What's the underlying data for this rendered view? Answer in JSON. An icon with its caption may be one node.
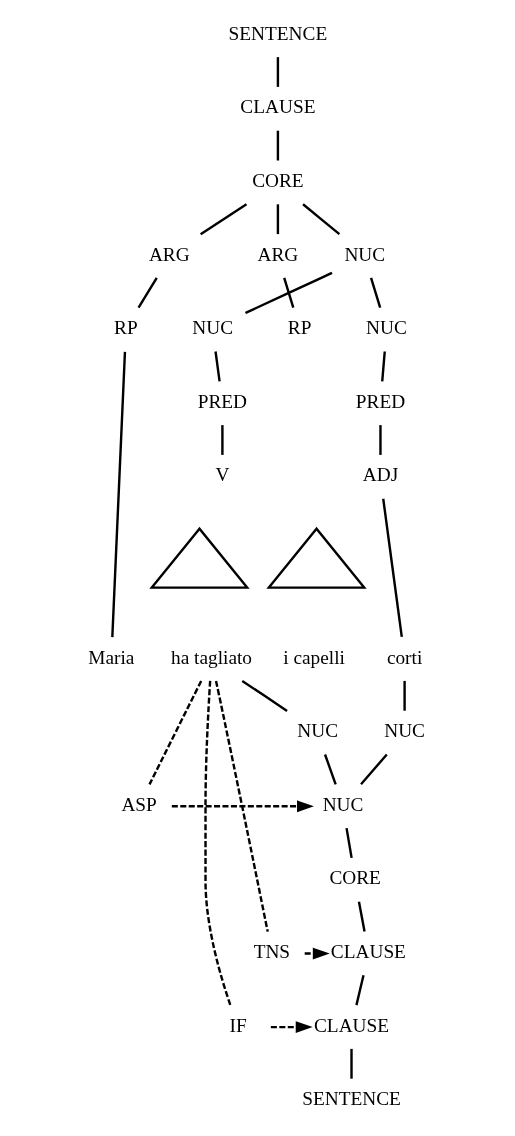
{
  "diagram": {
    "nodes": [
      {
        "text": [
          "SENTENCE"
        ]
      },
      {
        "text": [
          "CLAUSE"
        ]
      },
      {
        "text": [
          "CORE"
        ]
      },
      {
        "text": [
          "ARG"
        ]
      },
      {
        "text": [
          "ARG"
        ]
      },
      {
        "text": [
          "NUC"
        ]
      },
      {
        "text": [
          "RP"
        ]
      },
      {
        "text": [
          "NUC"
        ]
      },
      {
        "text": [
          "RP"
        ]
      },
      {
        "text": [
          "NUC"
        ]
      },
      {
        "text": [
          "PRED"
        ]
      },
      {
        "text": [
          "PRED"
        ]
      },
      {
        "text": [
          "V"
        ]
      },
      {
        "text": [
          "ADJ"
        ]
      },
      {
        "text": [],
        "shape": "triangle"
      },
      {
        "text": [],
        "shape": "triangle"
      },
      {
        "text": [
          "Maria"
        ]
      },
      {
        "text": [
          "ha tagliato"
        ]
      },
      {
        "text": [
          "i capelli"
        ]
      },
      {
        "text": [
          "corti"
        ]
      },
      {
        "text": [
          "NUC"
        ]
      },
      {
        "text": [
          "NUC"
        ]
      },
      {
        "text": [
          "ASP"
        ]
      },
      {
        "text": [
          "NUC"
        ]
      },
      {
        "text": [
          "CORE"
        ]
      },
      {
        "text": [
          "TNS"
        ]
      },
      {
        "text": [
          "CLAUSE"
        ]
      },
      {
        "text": [
          "IF"
        ]
      },
      {
        "text": [
          "CLAUSE"
        ]
      },
      {
        "text": [
          "SENTENCE"
        ]
      }
    ],
    "edges": [
      {
        "from": 0,
        "to": 1,
        "arrow": "none"
      },
      {
        "from": 1,
        "to": 2,
        "arrow": "none"
      },
      {
        "from": 2,
        "to": 3,
        "arrow": "none"
      },
      {
        "from": 2,
        "to": 4,
        "arrow": "none"
      },
      {
        "from": 2,
        "to": 5,
        "arrow": "none"
      },
      {
        "from": 3,
        "to": 6,
        "arrow": "none"
      },
      {
        "from": 4,
        "to": 8,
        "arrow": "none"
      },
      {
        "from": 5,
        "to": 7,
        "arrow": "none"
      },
      {
        "from": 5,
        "to": 9,
        "arrow": "none"
      },
      {
        "from": 7,
        "to": 10,
        "arrow": "none"
      },
      {
        "from": 10,
        "to": 12,
        "arrow": "none"
      },
      {
        "from": 9,
        "to": 11,
        "arrow": "none"
      },
      {
        "from": 11,
        "to": 13,
        "arrow": "none"
      },
      {
        "from": 6,
        "to": 16,
        "arrow": "none"
      },
      {
        "from": 13,
        "to": 19,
        "arrow": "none"
      },
      {
        "from": 17,
        "to": 20,
        "arrow": "none"
      },
      {
        "from": 19,
        "to": 21,
        "arrow": "none"
      },
      {
        "from": 20,
        "to": 23,
        "arrow": "none"
      },
      {
        "from": 21,
        "to": 23,
        "arrow": "none"
      },
      {
        "from": 17,
        "to": 22,
        "arrow": "none",
        "style": "dashed"
      },
      {
        "from": 17,
        "to": 25,
        "arrow": "none",
        "style": "dashed"
      },
      {
        "from": 17,
        "to": 27,
        "arrow": "none",
        "style": "dashed"
      },
      {
        "from": 22,
        "to": 23,
        "arrow": "to",
        "style": "dashed"
      },
      {
        "from": 23,
        "to": 24,
        "arrow": "none"
      },
      {
        "from": 25,
        "to": 26,
        "arrow": "to",
        "style": "dashed"
      },
      {
        "from": 24,
        "to": 26,
        "arrow": "none"
      },
      {
        "from": 27,
        "to": 28,
        "arrow": "to",
        "style": "dashed"
      },
      {
        "from": 26,
        "to": 28,
        "arrow": "none"
      },
      {
        "from": 28,
        "to": 29,
        "arrow": "none"
      }
    ]
  }
}
